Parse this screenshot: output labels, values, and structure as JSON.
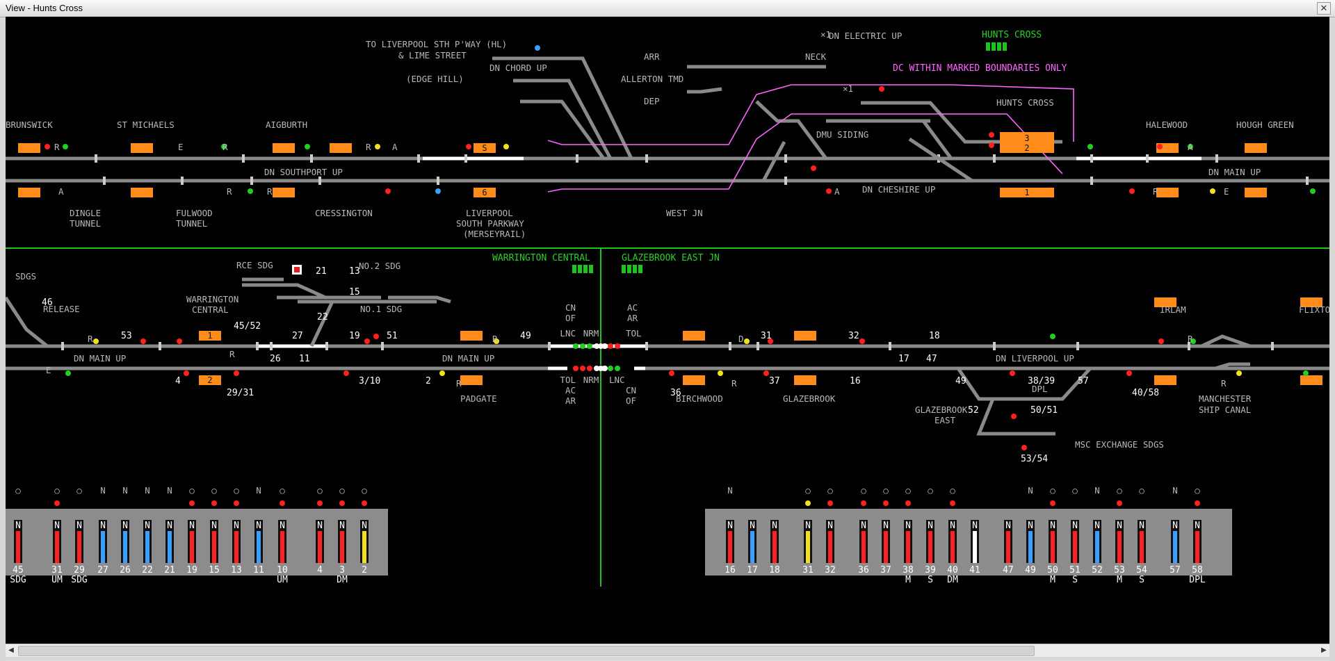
{
  "window": {
    "title": "View - Hunts Cross"
  },
  "colors": {
    "track": "#8a8a8a",
    "route": "#ffffff",
    "signal_red": "#ff2020",
    "signal_green": "#20d020",
    "signal_yellow": "#f0e020",
    "signal_blue": "#3aa0ff",
    "berth": "#ff8c1a",
    "label": "#b8b8b8",
    "dc_boundary": "#ff66ff",
    "divider": "#1fc41f",
    "lever_frame": "#8c8c8c"
  },
  "top": {
    "locations": [
      "BRUNSWICK",
      "ST MICHAELS",
      "AIGBURTH",
      "HALEWOOD",
      "HOUGH GREEN",
      "DINGLE",
      "TUNNEL",
      "FULWOOD",
      "TUNNEL",
      "CRESSINGTON",
      "LIVERPOOL",
      "SOUTH PARKWAY",
      "(MERSEYRAIL)",
      "WEST JN",
      "HUNTS CROSS",
      "DMU SIDING",
      "NECK",
      "ARR",
      "ALLERTON TMD",
      "DEP",
      "TO LIVERPOOL STH P'WAY (HL)",
      "& LIME STREET",
      "(EDGE HILL)"
    ],
    "line_names": [
      "DN SOUTHPORT UP",
      "DN CHORD UP",
      "DN ELECTRIC UP",
      "DN CHESHIRE UP",
      "DN MAIN UP"
    ],
    "notes": [
      "×1",
      "×1"
    ],
    "box_name": "HUNTS CROSS",
    "dc_note": "DC WITHIN MARKED BOUNDARIES ONLY",
    "berths": [
      "S",
      "6",
      "3",
      "2",
      "1"
    ],
    "signal_marks": [
      "R",
      "E",
      "R",
      "R",
      "A",
      "R",
      "R",
      "A",
      "A",
      "E",
      "R",
      "A",
      "A",
      "A",
      "R",
      "A",
      "R",
      "A"
    ]
  },
  "bottom": {
    "locations": [
      "SDGS",
      "RCE SDG",
      "NO.2 SDG",
      "NO.1 SDG",
      "WARRINGTON",
      "CENTRAL",
      "RELEASE",
      "PADGATE",
      "BIRCHWOOD",
      "GLAZEBROOK",
      "GLAZEBROOK",
      "EAST",
      "IRLAM",
      "FLIXTO",
      "MANCHESTER",
      "SHIP CANAL",
      "MSC EXCHANGE SDGS"
    ],
    "line_names": [
      "DN MAIN UP",
      "DN MAIN UP",
      "DN LIVERPOOL UP",
      "DPL"
    ],
    "box_left": "WARRINGTON CENTRAL",
    "box_right": "GLAZEBROOK EAST JN",
    "slot_left": [
      "CN",
      "OF",
      "LNC",
      "TOL",
      "AC",
      "AR"
    ],
    "slot_center": [
      "LNC",
      "NRM",
      "TOL",
      "TOL",
      "NRM",
      "LNC"
    ],
    "slot_right": [
      "AC",
      "AR",
      "TOL",
      "CN",
      "OF"
    ],
    "signal_numbers": [
      "46",
      "21",
      "13",
      "15",
      "22",
      "45/52",
      "27",
      "19",
      "51",
      "49",
      "53",
      "26",
      "11",
      "4",
      "29/31",
      "3/10",
      "2",
      "31",
      "32",
      "18",
      "17",
      "47",
      "36",
      "37",
      "16",
      "49",
      "38/39",
      "57",
      "40/58",
      "52",
      "50/51",
      "53/54"
    ],
    "signal_marks": [
      "R",
      "E",
      "R",
      "R",
      "D",
      "R",
      "R",
      "R",
      "R"
    ],
    "berths": [
      "1",
      "2"
    ],
    "dpl_label": "DPL"
  },
  "levers_left": [
    {
      "num": "45",
      "sub": "SDG",
      "color": "#ff2020",
      "ind": "○",
      "lamp": ""
    },
    {
      "num": "31",
      "sub": "UM",
      "color": "#ff2020",
      "ind": "○",
      "lamp": "#ff2020"
    },
    {
      "num": "29",
      "sub": "SDG",
      "color": "#ff2020",
      "ind": "○",
      "lamp": ""
    },
    {
      "num": "27",
      "sub": "",
      "color": "#3aa0ff",
      "ind": "N",
      "lamp": ""
    },
    {
      "num": "26",
      "sub": "",
      "color": "#3aa0ff",
      "ind": "N",
      "lamp": ""
    },
    {
      "num": "22",
      "sub": "",
      "color": "#3aa0ff",
      "ind": "N",
      "lamp": ""
    },
    {
      "num": "21",
      "sub": "",
      "color": "#3aa0ff",
      "ind": "N",
      "lamp": ""
    },
    {
      "num": "19",
      "sub": "",
      "color": "#ff2020",
      "ind": "○",
      "lamp": "#ff2020"
    },
    {
      "num": "15",
      "sub": "",
      "color": "#ff2020",
      "ind": "○",
      "lamp": "#ff2020"
    },
    {
      "num": "13",
      "sub": "",
      "color": "#ff2020",
      "ind": "○",
      "lamp": "#ff2020"
    },
    {
      "num": "11",
      "sub": "",
      "color": "#3aa0ff",
      "ind": "N",
      "lamp": ""
    },
    {
      "num": "10",
      "sub": "UM",
      "color": "#ff2020",
      "ind": "○",
      "lamp": "#ff2020"
    },
    {
      "num": "4",
      "sub": "",
      "color": "#ff2020",
      "ind": "○",
      "lamp": "#ff2020"
    },
    {
      "num": "3",
      "sub": "DM",
      "color": "#ff2020",
      "ind": "○",
      "lamp": "#ff2020"
    },
    {
      "num": "2",
      "sub": "",
      "color": "#f0e020",
      "ind": "○",
      "lamp": "#ff2020"
    }
  ],
  "levers_right": [
    {
      "num": "16",
      "sub": "",
      "color": "#ff2020",
      "ind": "N",
      "lamp": ""
    },
    {
      "num": "17",
      "sub": "",
      "color": "#3aa0ff",
      "ind": "",
      "lamp": ""
    },
    {
      "num": "18",
      "sub": "",
      "color": "#ff2020",
      "ind": "",
      "lamp": ""
    },
    {
      "num": "31",
      "sub": "",
      "color": "#f0e020",
      "ind": "○",
      "lamp": "#f0e020"
    },
    {
      "num": "32",
      "sub": "",
      "color": "#ff2020",
      "ind": "○",
      "lamp": "#ff2020"
    },
    {
      "num": "36",
      "sub": "",
      "color": "#ff2020",
      "ind": "○",
      "lamp": "#ff2020"
    },
    {
      "num": "37",
      "sub": "",
      "color": "#ff2020",
      "ind": "○",
      "lamp": "#ff2020"
    },
    {
      "num": "38",
      "sub": "M",
      "color": "#ff2020",
      "ind": "○",
      "lamp": "#ff2020"
    },
    {
      "num": "39",
      "sub": "S",
      "color": "#ff2020",
      "ind": "○",
      "lamp": ""
    },
    {
      "num": "40",
      "sub": "DM",
      "color": "#ff2020",
      "ind": "○",
      "lamp": "#ff2020"
    },
    {
      "num": "41",
      "sub": "",
      "color": "#ffffff",
      "ind": "",
      "lamp": ""
    },
    {
      "num": "47",
      "sub": "",
      "color": "#ff2020",
      "ind": "",
      "lamp": ""
    },
    {
      "num": "49",
      "sub": "",
      "color": "#3aa0ff",
      "ind": "N",
      "lamp": ""
    },
    {
      "num": "50",
      "sub": "M",
      "color": "#ff2020",
      "ind": "○",
      "lamp": "#ff2020"
    },
    {
      "num": "51",
      "sub": "S",
      "color": "#ff2020",
      "ind": "○",
      "lamp": ""
    },
    {
      "num": "52",
      "sub": "",
      "color": "#3aa0ff",
      "ind": "N",
      "lamp": ""
    },
    {
      "num": "53",
      "sub": "M",
      "color": "#ff2020",
      "ind": "○",
      "lamp": "#ff2020"
    },
    {
      "num": "54",
      "sub": "S",
      "color": "#ff2020",
      "ind": "○",
      "lamp": ""
    },
    {
      "num": "57",
      "sub": "",
      "color": "#3aa0ff",
      "ind": "N",
      "lamp": ""
    },
    {
      "num": "58",
      "sub": "DPL",
      "color": "#ff2020",
      "ind": "○",
      "lamp": "#ff2020"
    }
  ],
  "lever_label": "N"
}
